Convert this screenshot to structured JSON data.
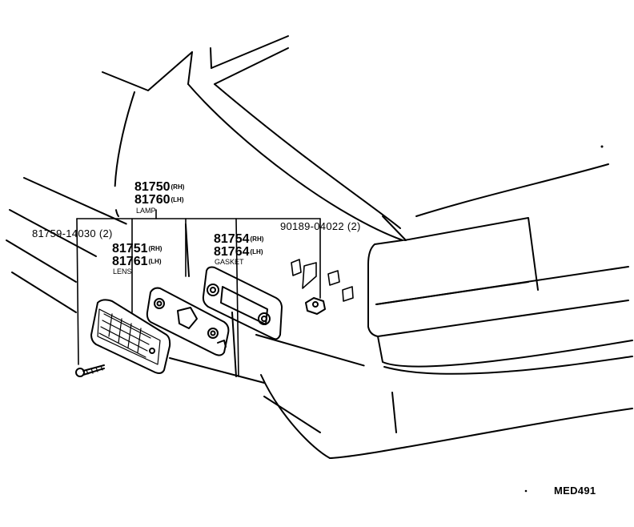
{
  "diagram_code": "MED491",
  "parts": {
    "lamp": {
      "numbers": [
        {
          "no": "81750",
          "side": "(RH)"
        },
        {
          "no": "81760",
          "side": "(LH)"
        }
      ],
      "name": "LAMP"
    },
    "screw": {
      "label": "81759-14030 (2)"
    },
    "lens": {
      "numbers": [
        {
          "no": "81751",
          "side": "(RH)"
        },
        {
          "no": "81761",
          "side": "(LH)"
        }
      ],
      "name": "LENS"
    },
    "gasket": {
      "numbers": [
        {
          "no": "81754",
          "side": "(RH)"
        },
        {
          "no": "81764",
          "side": "(LH)"
        }
      ],
      "name": "GASKET"
    },
    "clip": {
      "label": "90189-04022 (2)"
    }
  }
}
